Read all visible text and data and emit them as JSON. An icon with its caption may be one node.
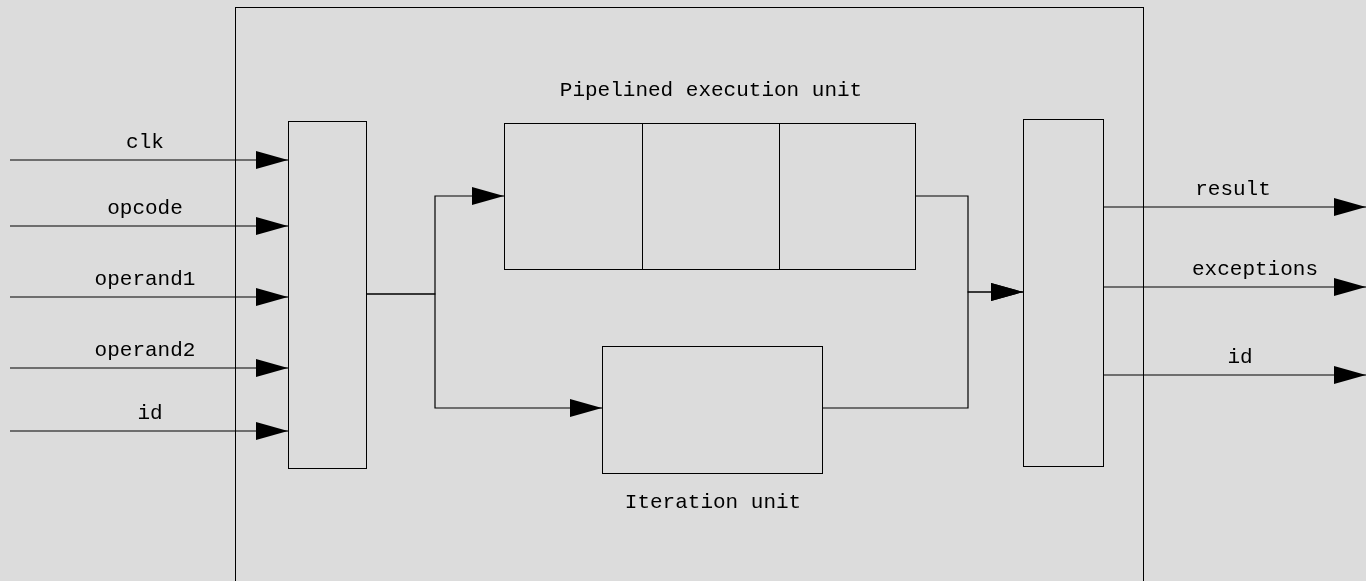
{
  "diagram": {
    "nodes": [
      {
        "text": [],
        "shape": "box"
      },
      {
        "text": [],
        "shape": "box",
        "in": 0
      },
      {
        "text": [
          "Pipelined execution unit"
        ],
        "in": 0
      },
      {
        "text": [
          "Iteration unit"
        ],
        "in": 0
      },
      {
        "text": [],
        "shape": "box",
        "in": 0
      }
    ],
    "edges": [
      {
        "from": null,
        "to": 1,
        "arrow": "to",
        "label": "clk"
      },
      {
        "from": null,
        "to": 1,
        "arrow": "to",
        "label": "opcode"
      },
      {
        "from": null,
        "to": 1,
        "arrow": "to",
        "label": "operand1"
      },
      {
        "from": null,
        "to": 1,
        "arrow": "to",
        "label": "operand2"
      },
      {
        "from": null,
        "to": 1,
        "arrow": "to",
        "label": "id"
      },
      {
        "from": 1,
        "to": 2,
        "arrow": "to"
      },
      {
        "from": 1,
        "to": 3,
        "arrow": "to"
      },
      {
        "from": 2,
        "to": 4,
        "arrow": "to"
      },
      {
        "from": 3,
        "to": 4,
        "arrow": "to"
      },
      {
        "from": 4,
        "to": null,
        "arrow": "to",
        "label": "result"
      },
      {
        "from": 4,
        "to": null,
        "arrow": "to",
        "label": "exceptions"
      },
      {
        "from": 4,
        "to": null,
        "arrow": "to",
        "label": "id"
      }
    ]
  }
}
